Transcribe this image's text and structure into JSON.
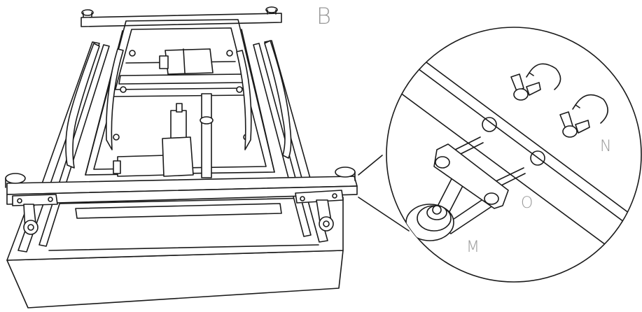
{
  "labels": {
    "b": "B",
    "n": "N",
    "o": "O",
    "m": "M"
  },
  "colors": {
    "ink": "#1a1a1a",
    "label": "#9a9a9a",
    "fill": "#ffffff"
  }
}
